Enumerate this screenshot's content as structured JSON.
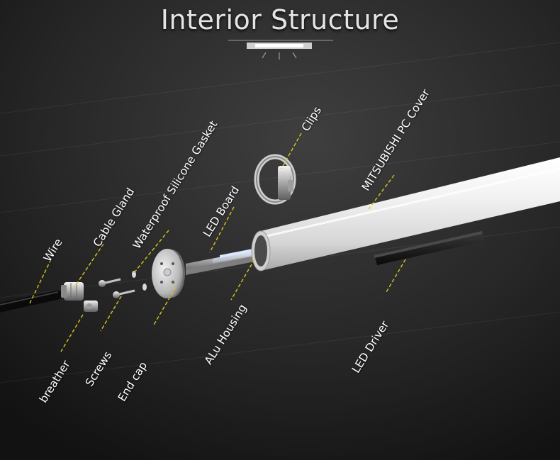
{
  "title": "Interior Structure",
  "labels": {
    "wire": "Wire",
    "cable_gland": "Cable Gland",
    "gasket": "Waterproof Silicone Gasket",
    "led_board": "LED Board",
    "clips": "Clips",
    "pc_cover": "MITSUBISHI PC Cover",
    "breather": "breather",
    "screws": "Screws",
    "end_cap": "End cap",
    "alu_housing": "ALu Housing",
    "led_driver": "LED Driver"
  },
  "colors": {
    "background": "#1c1c1c",
    "leader_line": "#d8c51f",
    "text": "#ffffff"
  },
  "icons": [
    "title-lamp-icon"
  ]
}
